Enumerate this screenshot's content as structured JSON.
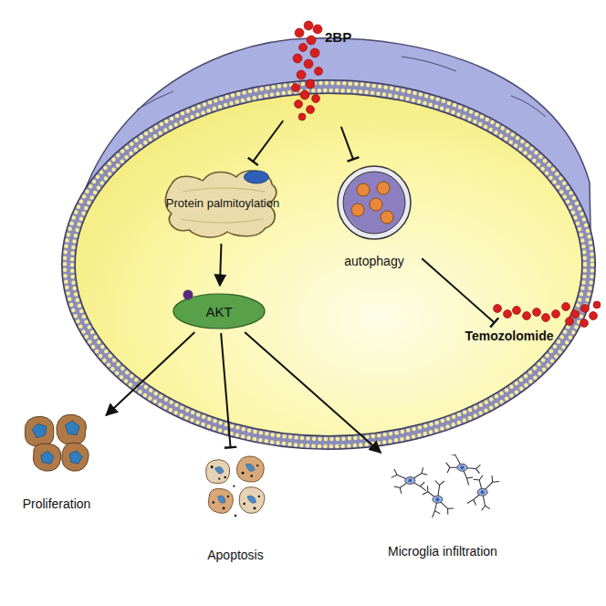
{
  "diagram": {
    "nodes": [
      {
        "text": [
          "2BP"
        ]
      },
      {
        "text": [
          "Protein palmitoylation"
        ]
      },
      {
        "text": [
          "autophagy"
        ]
      },
      {
        "text": [
          "AKT"
        ]
      },
      {
        "text": [
          "Temozolomide"
        ]
      },
      {
        "text": [
          "Proliferation"
        ]
      },
      {
        "text": [
          "Apoptosis"
        ]
      },
      {
        "text": [
          "Microglia infiltration"
        ]
      }
    ],
    "edges": [
      {
        "from": 0,
        "to": 1,
        "arrow": "to"
      },
      {
        "from": 0,
        "to": 2,
        "arrow": "to"
      },
      {
        "from": 1,
        "to": 3,
        "arrow": "to"
      },
      {
        "from": 2,
        "to": 4,
        "arrow": "to"
      },
      {
        "from": 3,
        "to": 5,
        "arrow": "to"
      },
      {
        "from": 3,
        "to": 6,
        "arrow": "to"
      },
      {
        "from": 3,
        "to": 7,
        "arrow": "to"
      }
    ]
  }
}
